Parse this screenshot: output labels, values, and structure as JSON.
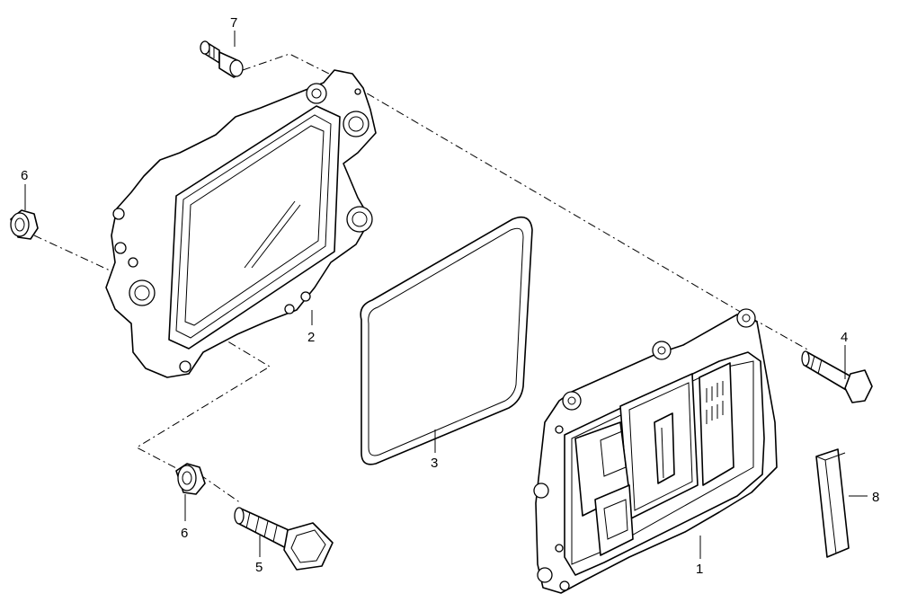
{
  "callouts": {
    "p1": "1",
    "p2": "2",
    "p3": "3",
    "p4": "4",
    "p5": "5",
    "p6a": "6",
    "p6b": "6",
    "p7": "7",
    "p8": "8"
  }
}
